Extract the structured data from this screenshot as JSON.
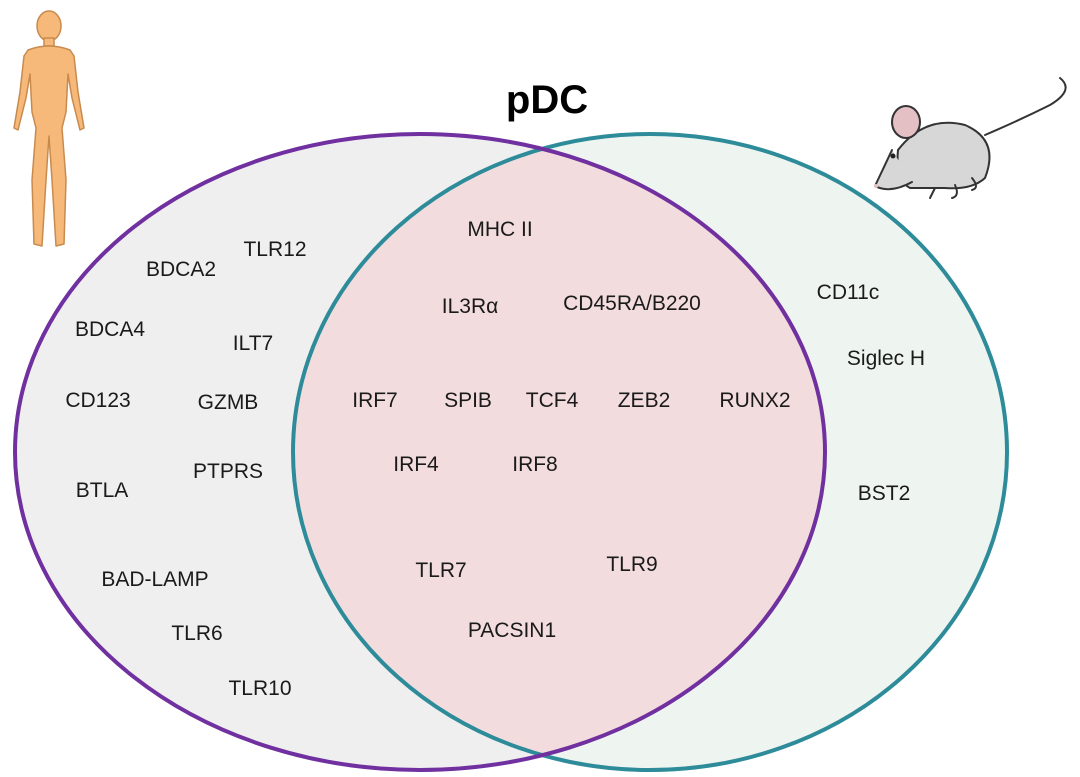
{
  "title": "pDC",
  "colors": {
    "human_circle_fill": "#efefef",
    "human_circle_stroke": "#7030a0",
    "mouse_circle_fill": "#eef5f0",
    "mouse_circle_stroke": "#2e8b9a",
    "overlap_fill": "#f3dcdd",
    "human_skin": "#f6b97a",
    "mouse_fur": "#d7d7d7"
  },
  "icons": {
    "left": "human-body-icon",
    "right": "mouse-icon"
  },
  "sets": {
    "human_only": [
      "TLR12",
      "BDCA2",
      "BDCA4",
      "ILT7",
      "CD123",
      "GZMB",
      "BTLA",
      "PTPRS",
      "BAD-LAMP",
      "TLR6",
      "TLR10"
    ],
    "shared": [
      "MHC II",
      "IL3Rα",
      "CD45RA/B220",
      "IRF7",
      "SPIB",
      "TCF4",
      "ZEB2",
      "RUNX2",
      "IRF4",
      "IRF8",
      "TLR7",
      "TLR9",
      "PACSIN1"
    ],
    "mouse_only": [
      "CD11c",
      "Siglec H",
      "BST2"
    ]
  }
}
